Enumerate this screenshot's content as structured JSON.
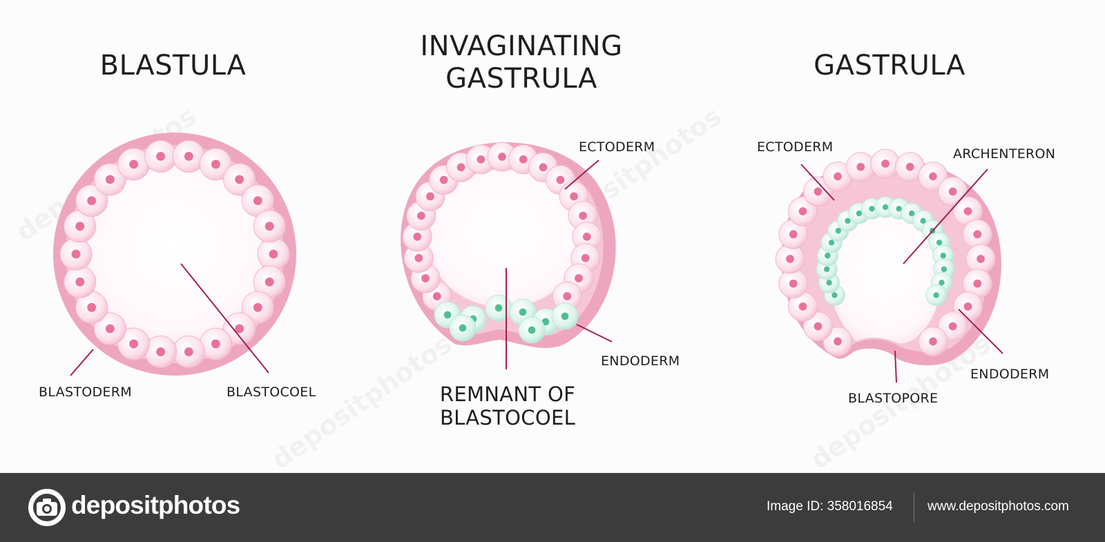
{
  "titles": {
    "blastula": "BLASTULA",
    "invaginating_line1": "INVAGINATING",
    "invaginating_line2": "GASTRULA",
    "gastrula": "GASTRULA"
  },
  "labels": {
    "blastoderm": "BLASTODERM",
    "blastocoel": "BLASTOCOEL",
    "ectoderm_mid": "ECTODERM",
    "endoderm_mid": "ENDODERM",
    "remnant_line1": "REMNANT OF",
    "remnant_line2": "BLASTOCOEL",
    "ectoderm_right": "ECTODERM",
    "archenteron": "ARCHENTERON",
    "endoderm_right": "ENDODERM",
    "blastopore": "BLASTOPORE"
  },
  "watermark": "depositphotos",
  "footer": {
    "brand": "depositphotos",
    "image_id": "Image ID: 358016854",
    "url": "www.depositphotos.com"
  },
  "colors": {
    "outer_ring": "#eea6bf",
    "cell_fill": "#fbe3ec",
    "cell_nucleus": "#e8729d",
    "endo_cell_fill": "#d8f2e9",
    "endo_nucleus": "#4fbf91",
    "interior": "#ffffff",
    "leader": "#a3214b",
    "footer_bg": "#3c3c3c"
  }
}
